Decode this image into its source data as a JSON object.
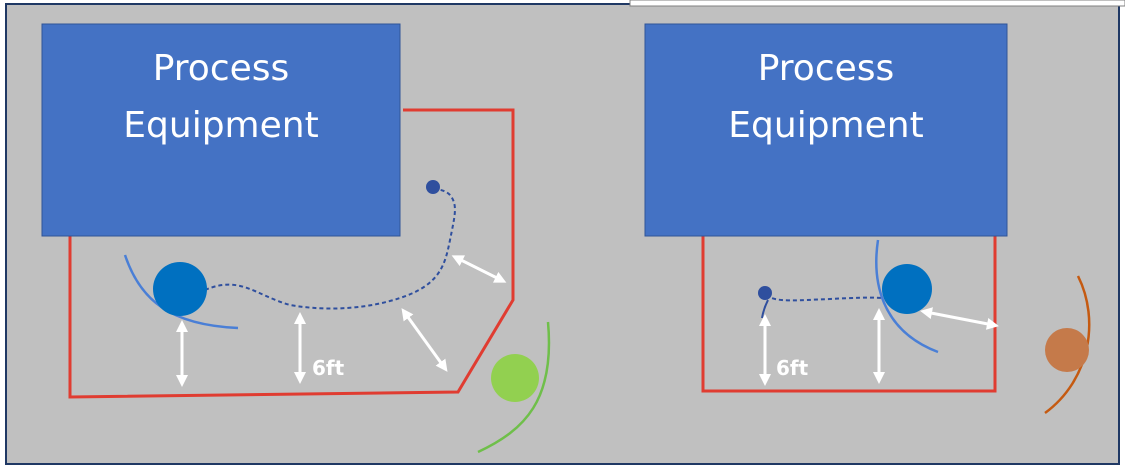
{
  "colors": {
    "background": "#c0c0c0",
    "equipment": "#4472c4",
    "zone_boundary": "#e03c31",
    "worker_blue": "#0070c0",
    "worker_green": "#92d050",
    "worker_orange": "#c55a11",
    "path": "#2f4f9e",
    "arrows": "#ffffff"
  },
  "left_panel": {
    "equipment_label_line1": "Process",
    "equipment_label_line2": "Equipment",
    "distance_label": "6ft"
  },
  "right_panel": {
    "equipment_label_line1": "Process",
    "equipment_label_line2": "Equipment",
    "distance_label": "6ft"
  },
  "icons": {
    "arrow": "double-headed-arrow",
    "person": "person-top-view"
  }
}
